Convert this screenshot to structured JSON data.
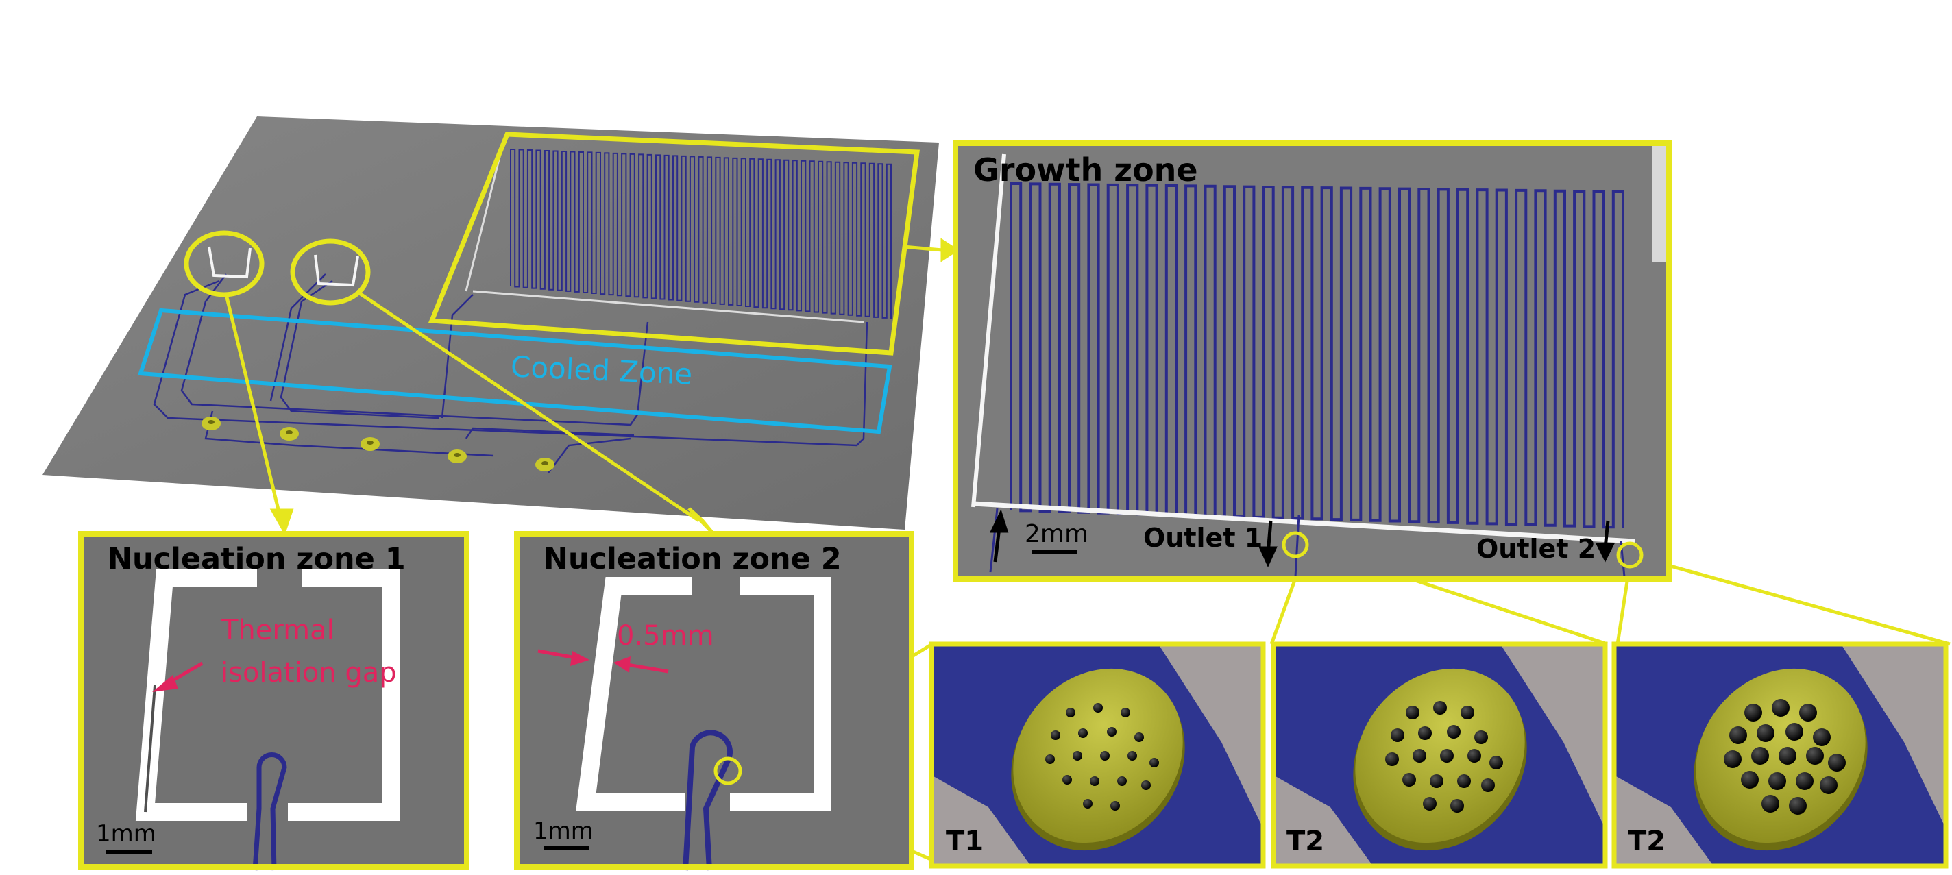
{
  "chip": {
    "cooled_zone_label": "Cooled Zone"
  },
  "panels": {
    "growth": {
      "title": "Growth zone",
      "scale": "2mm",
      "outlet1": "Outlet 1",
      "outlet2": "Outlet 2"
    },
    "nucleation1": {
      "title": "Nucleation zone 1",
      "annotation_line1": "Thermal",
      "annotation_line2": "isolation gap",
      "scale": "1mm"
    },
    "nucleation2": {
      "title": "Nucleation zone 2",
      "dimension": "0.5mm",
      "scale": "1mm"
    },
    "traps": [
      {
        "label": "T1"
      },
      {
        "label": "T2"
      },
      {
        "label": "T2"
      }
    ]
  },
  "colors": {
    "highlight": "#e6e61e",
    "channel": "#2b2b8c",
    "cooled": "#1ab2e6",
    "annotation": "#e0245e",
    "chip": "#7a7a7a"
  }
}
